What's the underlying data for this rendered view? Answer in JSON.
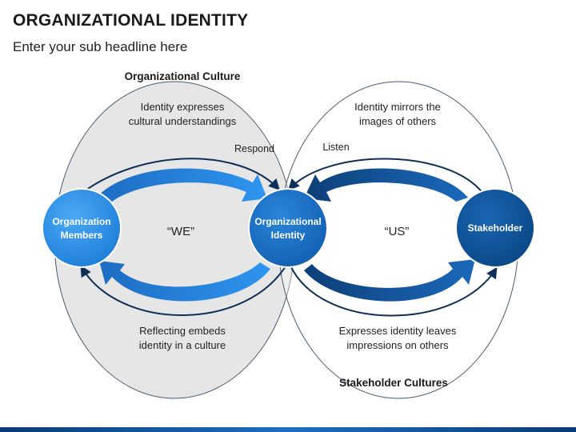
{
  "header": {
    "title": "ORGANIZATIONAL IDENTITY",
    "subtitle": "Enter your sub headline here"
  },
  "diagram": {
    "left_heading": "Organizational Culture",
    "right_heading": "Stakeholder Cultures",
    "left_top_text": [
      "Identity expresses",
      "cultural understandings"
    ],
    "right_top_text": [
      "Identity mirrors the",
      "images of others"
    ],
    "left_bottom_text": [
      "Reflecting embeds",
      "identity in a culture"
    ],
    "right_bottom_text": [
      "Expresses identity leaves",
      "impressions on others"
    ],
    "respond_label": "Respond",
    "listen_label": "Listen",
    "we_label": "“WE”",
    "us_label": "“US”",
    "node_members": [
      "Organization",
      "Members"
    ],
    "node_identity": [
      "Organizational",
      "Identity"
    ],
    "node_stakeholder": [
      "Stakeholder"
    ]
  },
  "colors": {
    "node_light": "#2f8fe8",
    "node_mid": "#1663b8",
    "node_dark": "#0b4f91",
    "arrow_left": "#1e78d2",
    "arrow_right": "#0f4f8f"
  }
}
